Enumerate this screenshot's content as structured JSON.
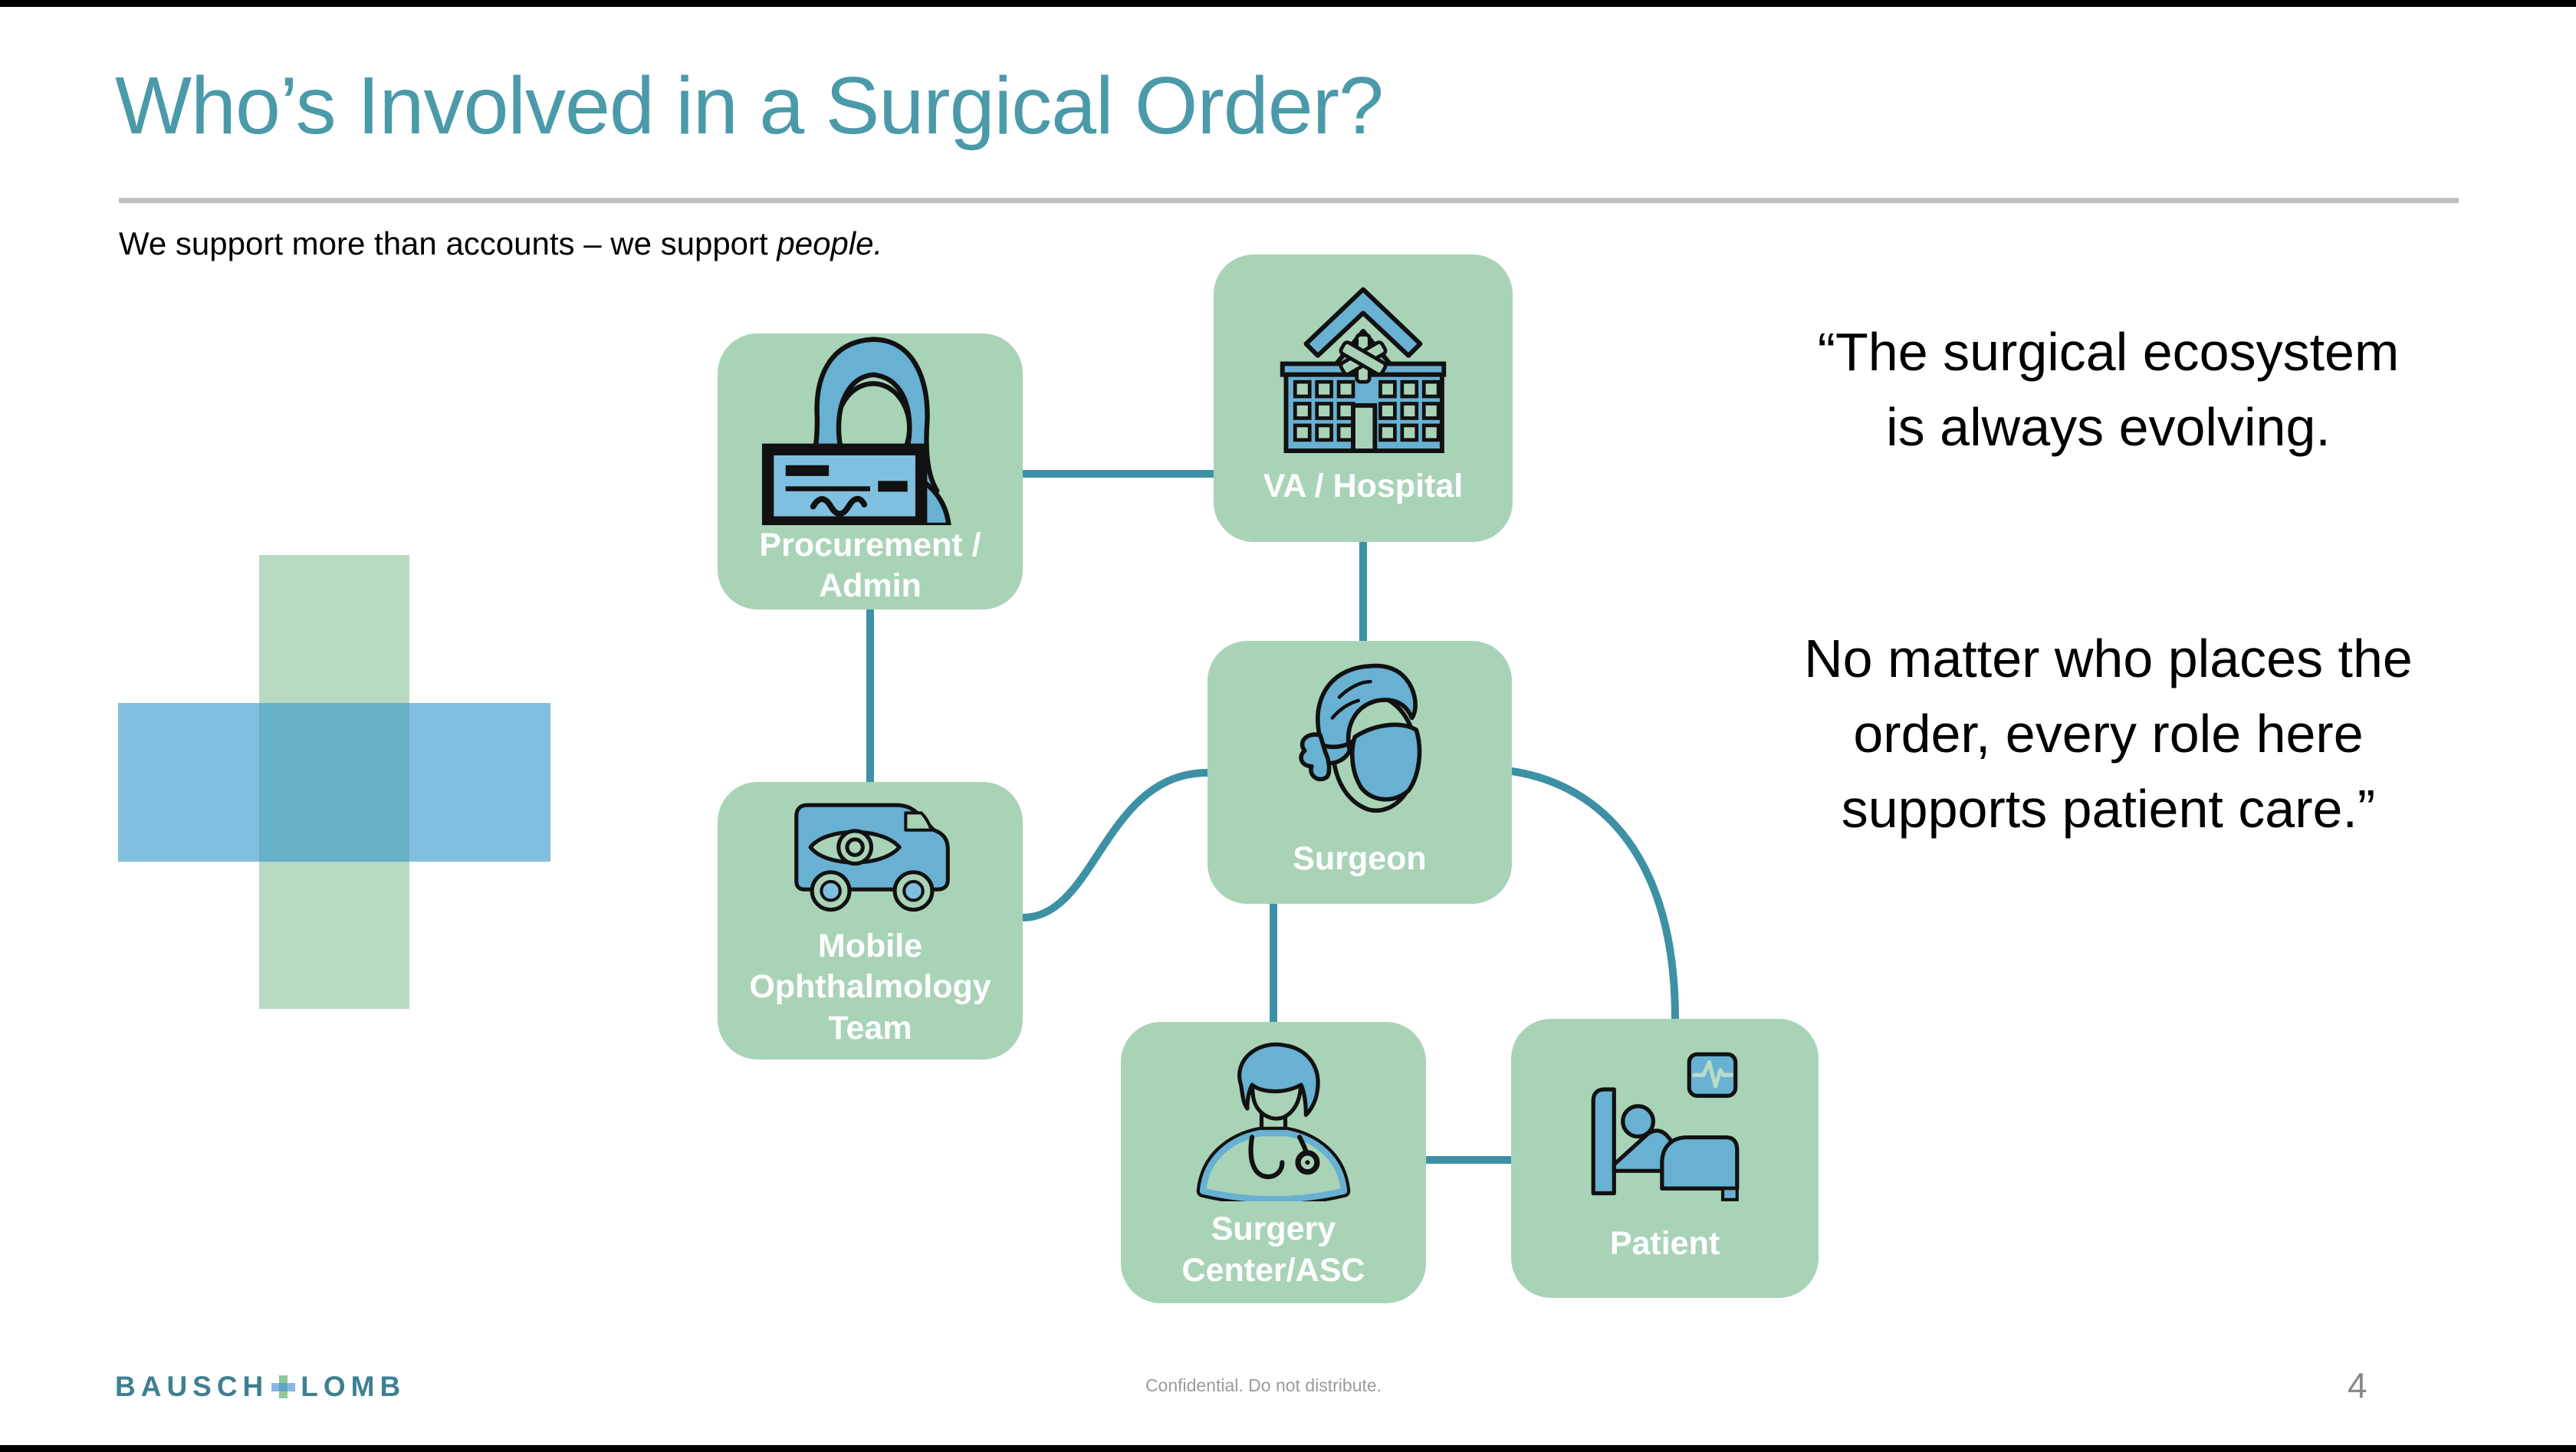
{
  "header": {
    "title": "Who’s Involved in a Surgical Order?",
    "subtitle_prefix": "We support more than accounts – we support ",
    "subtitle_emphasis": "people."
  },
  "diagram": {
    "nodes": [
      {
        "id": "procurement-admin",
        "icon": "woman-check-icon",
        "label_lines": [
          "Procurement /",
          "Admin"
        ]
      },
      {
        "id": "va-hospital",
        "icon": "hospital-icon",
        "label_lines": [
          "VA / Hospital"
        ]
      },
      {
        "id": "surgeon",
        "icon": "surgeon-mask-icon",
        "label_lines": [
          "Surgeon"
        ]
      },
      {
        "id": "mobile-ophthalmology-team",
        "icon": "eye-van-icon",
        "label_lines": [
          "Mobile",
          "Ophthalmology",
          "Team"
        ]
      },
      {
        "id": "surgery-center-asc",
        "icon": "doctor-stethoscope-icon",
        "label_lines": [
          "Surgery",
          "Center/ASC"
        ]
      },
      {
        "id": "patient",
        "icon": "patient-bed-icon",
        "label_lines": [
          "Patient"
        ]
      }
    ]
  },
  "quotes": {
    "quote1_lines": [
      "“The surgical ecosystem",
      "is always evolving."
    ],
    "quote2_lines": [
      "No matter who places the",
      "order, every role here",
      "supports patient care.”"
    ]
  },
  "footer": {
    "brand_word1": "BAUSCH",
    "brand_word2": "LOMB",
    "confidential_note": "Confidential. Do not distribute.",
    "page_number": "4"
  },
  "colors": {
    "title_teal": "#4b9aa9",
    "node_green": "#a9d3b7",
    "icon_blue": "#68b1d2",
    "icon_blue_light": "#7fc0e0",
    "connector_teal": "#3d91a5",
    "divider_gray": "#c0c0c0",
    "cross_green": "#b8d9c1",
    "cross_blue": "#82bfdf",
    "logo_teal": "#3e8092",
    "logo_green": "#90c89e",
    "logo_blue": "#82b9df",
    "footer_gray": "#8a8a8a"
  }
}
